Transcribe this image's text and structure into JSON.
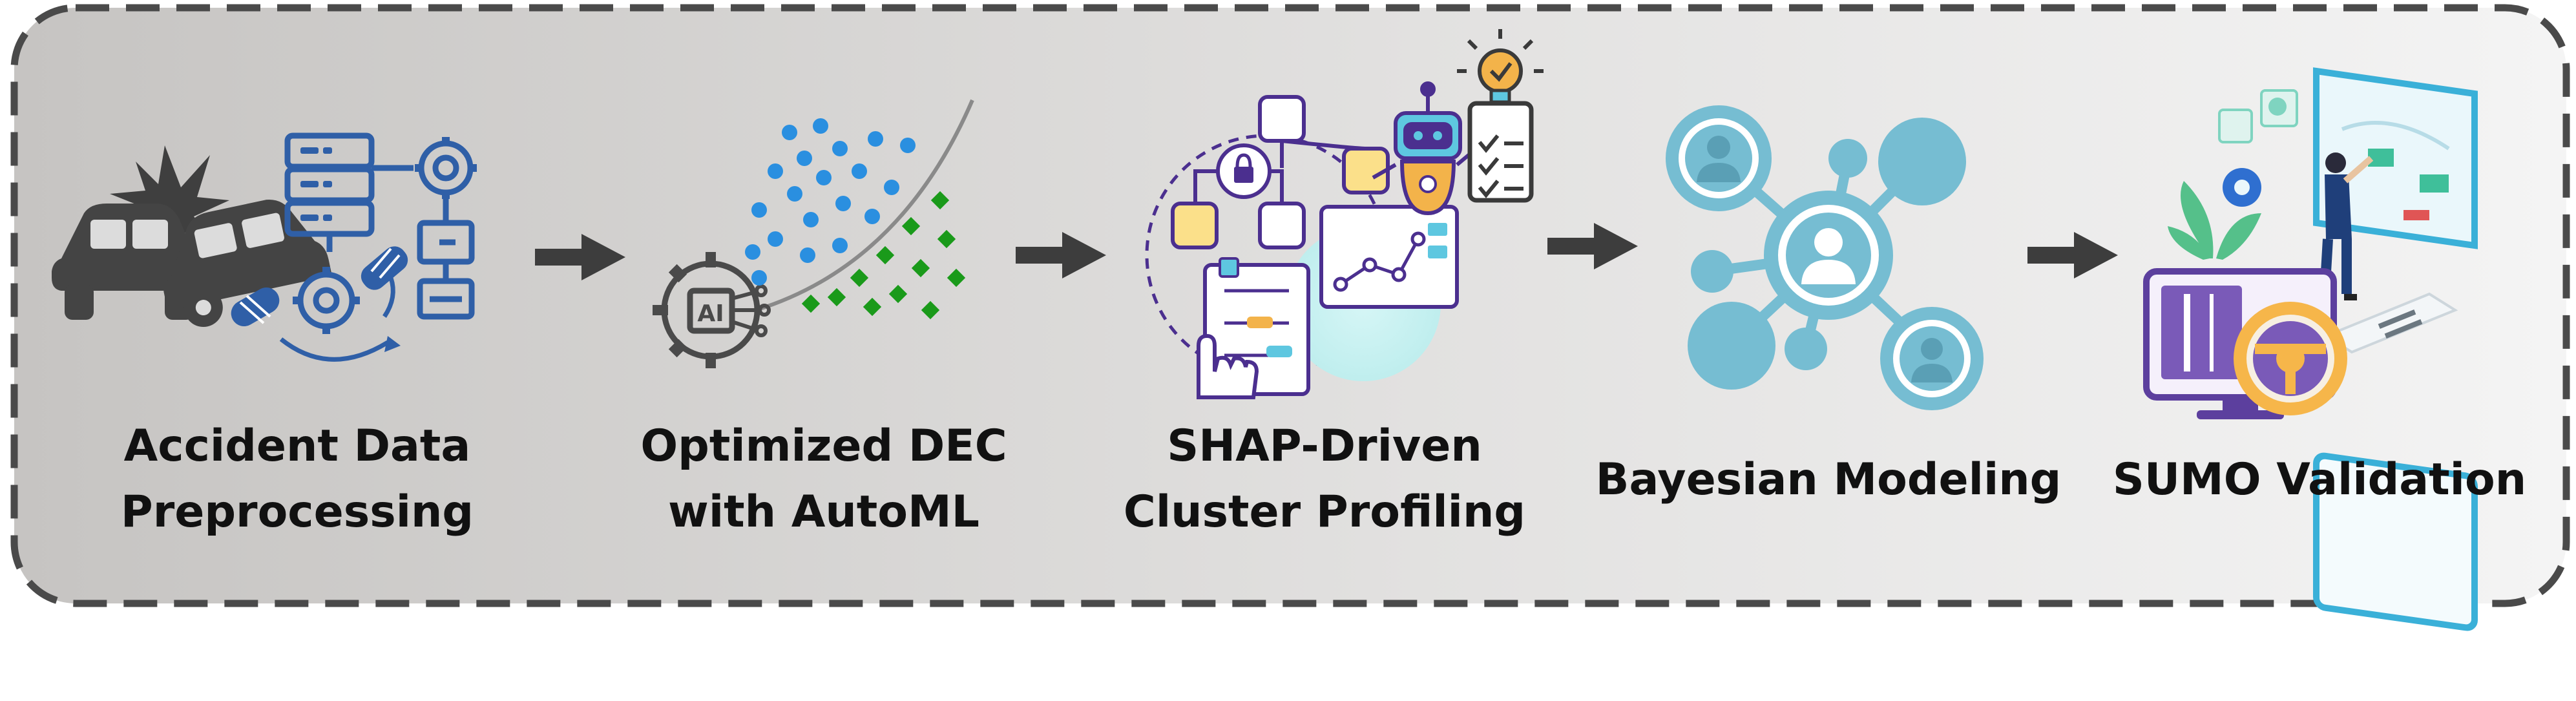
{
  "colors": {
    "panel_gradient_start": "#c9c7c5",
    "panel_gradient_end": "#f3f3f3",
    "border": "#4a4a4a",
    "arrow": "#3d3d3d",
    "icon_blue": "#2f5fa7",
    "icon_dark": "#404040",
    "teal": "#6fb9d0",
    "purple": "#4b2f8f",
    "green": "#1a9a1a",
    "dot_blue": "#2a8fe0"
  },
  "steps": [
    {
      "id": "preprocessing",
      "icon": "car-crash-database-icon",
      "lines": [
        "Accident Data",
        "Preprocessing"
      ]
    },
    {
      "id": "dec",
      "icon": "ai-chip-clustering-icon",
      "lines": [
        "Optimized DEC",
        "with AutoML"
      ]
    },
    {
      "id": "shap",
      "icon": "robot-flowchart-profiling-icon",
      "lines": [
        "SHAP-Driven",
        "Cluster Profiling"
      ]
    },
    {
      "id": "bayesian",
      "icon": "user-network-icon",
      "lines": [
        "Bayesian Modeling"
      ]
    },
    {
      "id": "sumo",
      "icon": "driving-simulator-icon",
      "lines": [
        "SUMO Validation"
      ]
    }
  ]
}
